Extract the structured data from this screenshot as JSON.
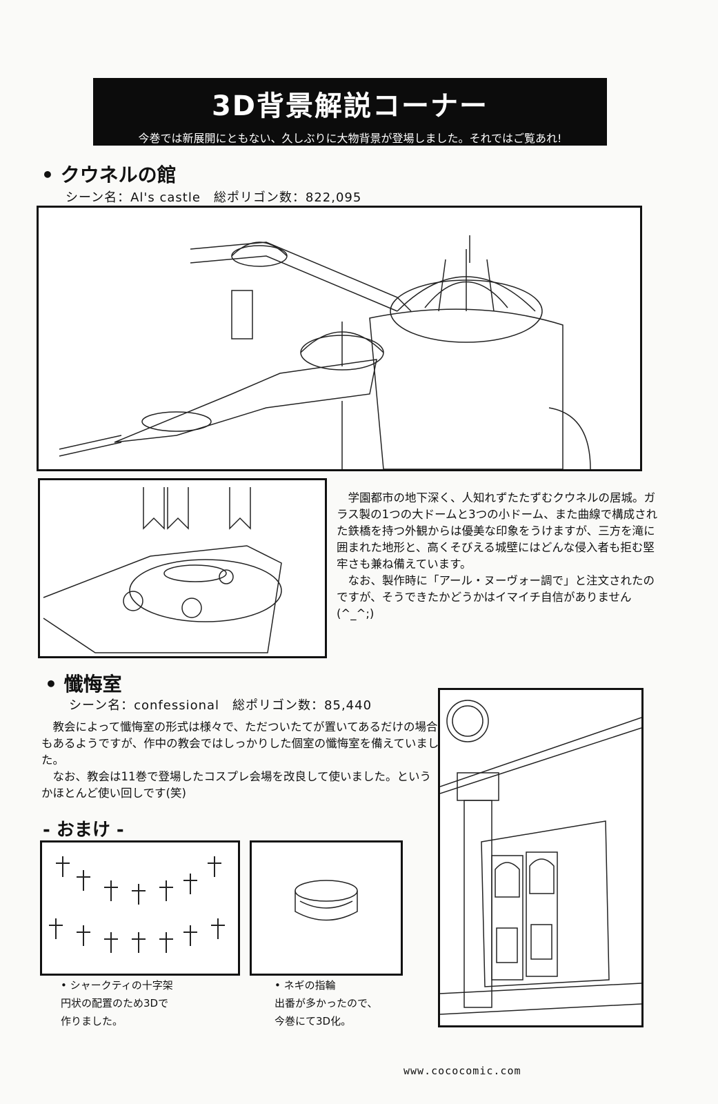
{
  "header": {
    "title": "3D背景解説コーナー",
    "subtitle": "今巻では新展開にともない、久しぶりに大物背景が登場しました。それではご覧あれ!"
  },
  "section1": {
    "heading": "• クウネルの館",
    "scene_line": "シーン名：Al's castle　総ポリゴン数：822,095",
    "paragraphs": [
      "学園都市の地下深く、人知れずたたずむクウネルの居城。ガラス製の1つの大ドームと3つの小ドーム、また曲線で構成された鉄橋を持つ外観からは優美な印象をうけますが、三方を滝に囲まれた地形と、高くそびえる城壁にはどんな侵入者も拒む堅牢さも兼ね備えています。",
      "なお、製作時に「アール・ヌーヴォー調で」と注文されたのですが、そうできたかどうかはイマイチ自信がありません(^_^;)"
    ]
  },
  "section2": {
    "heading": "• 懺悔室",
    "scene_line": "シーン名：confessional　総ポリゴン数：85,440",
    "paragraphs": [
      "教会によって懺悔室の形式は様々で、ただついたてが置いてあるだけの場合もあるようですが、作中の教会ではしっかりした個室の懺悔室を備えていました。",
      "なお、教会は11巻で登場したコスプレ会場を改良して使いました。というかほとんど使い回しです(笑)"
    ]
  },
  "extra": {
    "heading": "- おまけ -",
    "items": [
      {
        "title": "• シャークティの十字架",
        "lines": [
          "円状の配置のため3Dで",
          "作りました。"
        ]
      },
      {
        "title": "• ネギの指輪",
        "lines": [
          "出番が多かったので、",
          "今巻にて3D化。"
        ]
      }
    ]
  },
  "footer": {
    "watermark": "www.cococomic.com"
  }
}
